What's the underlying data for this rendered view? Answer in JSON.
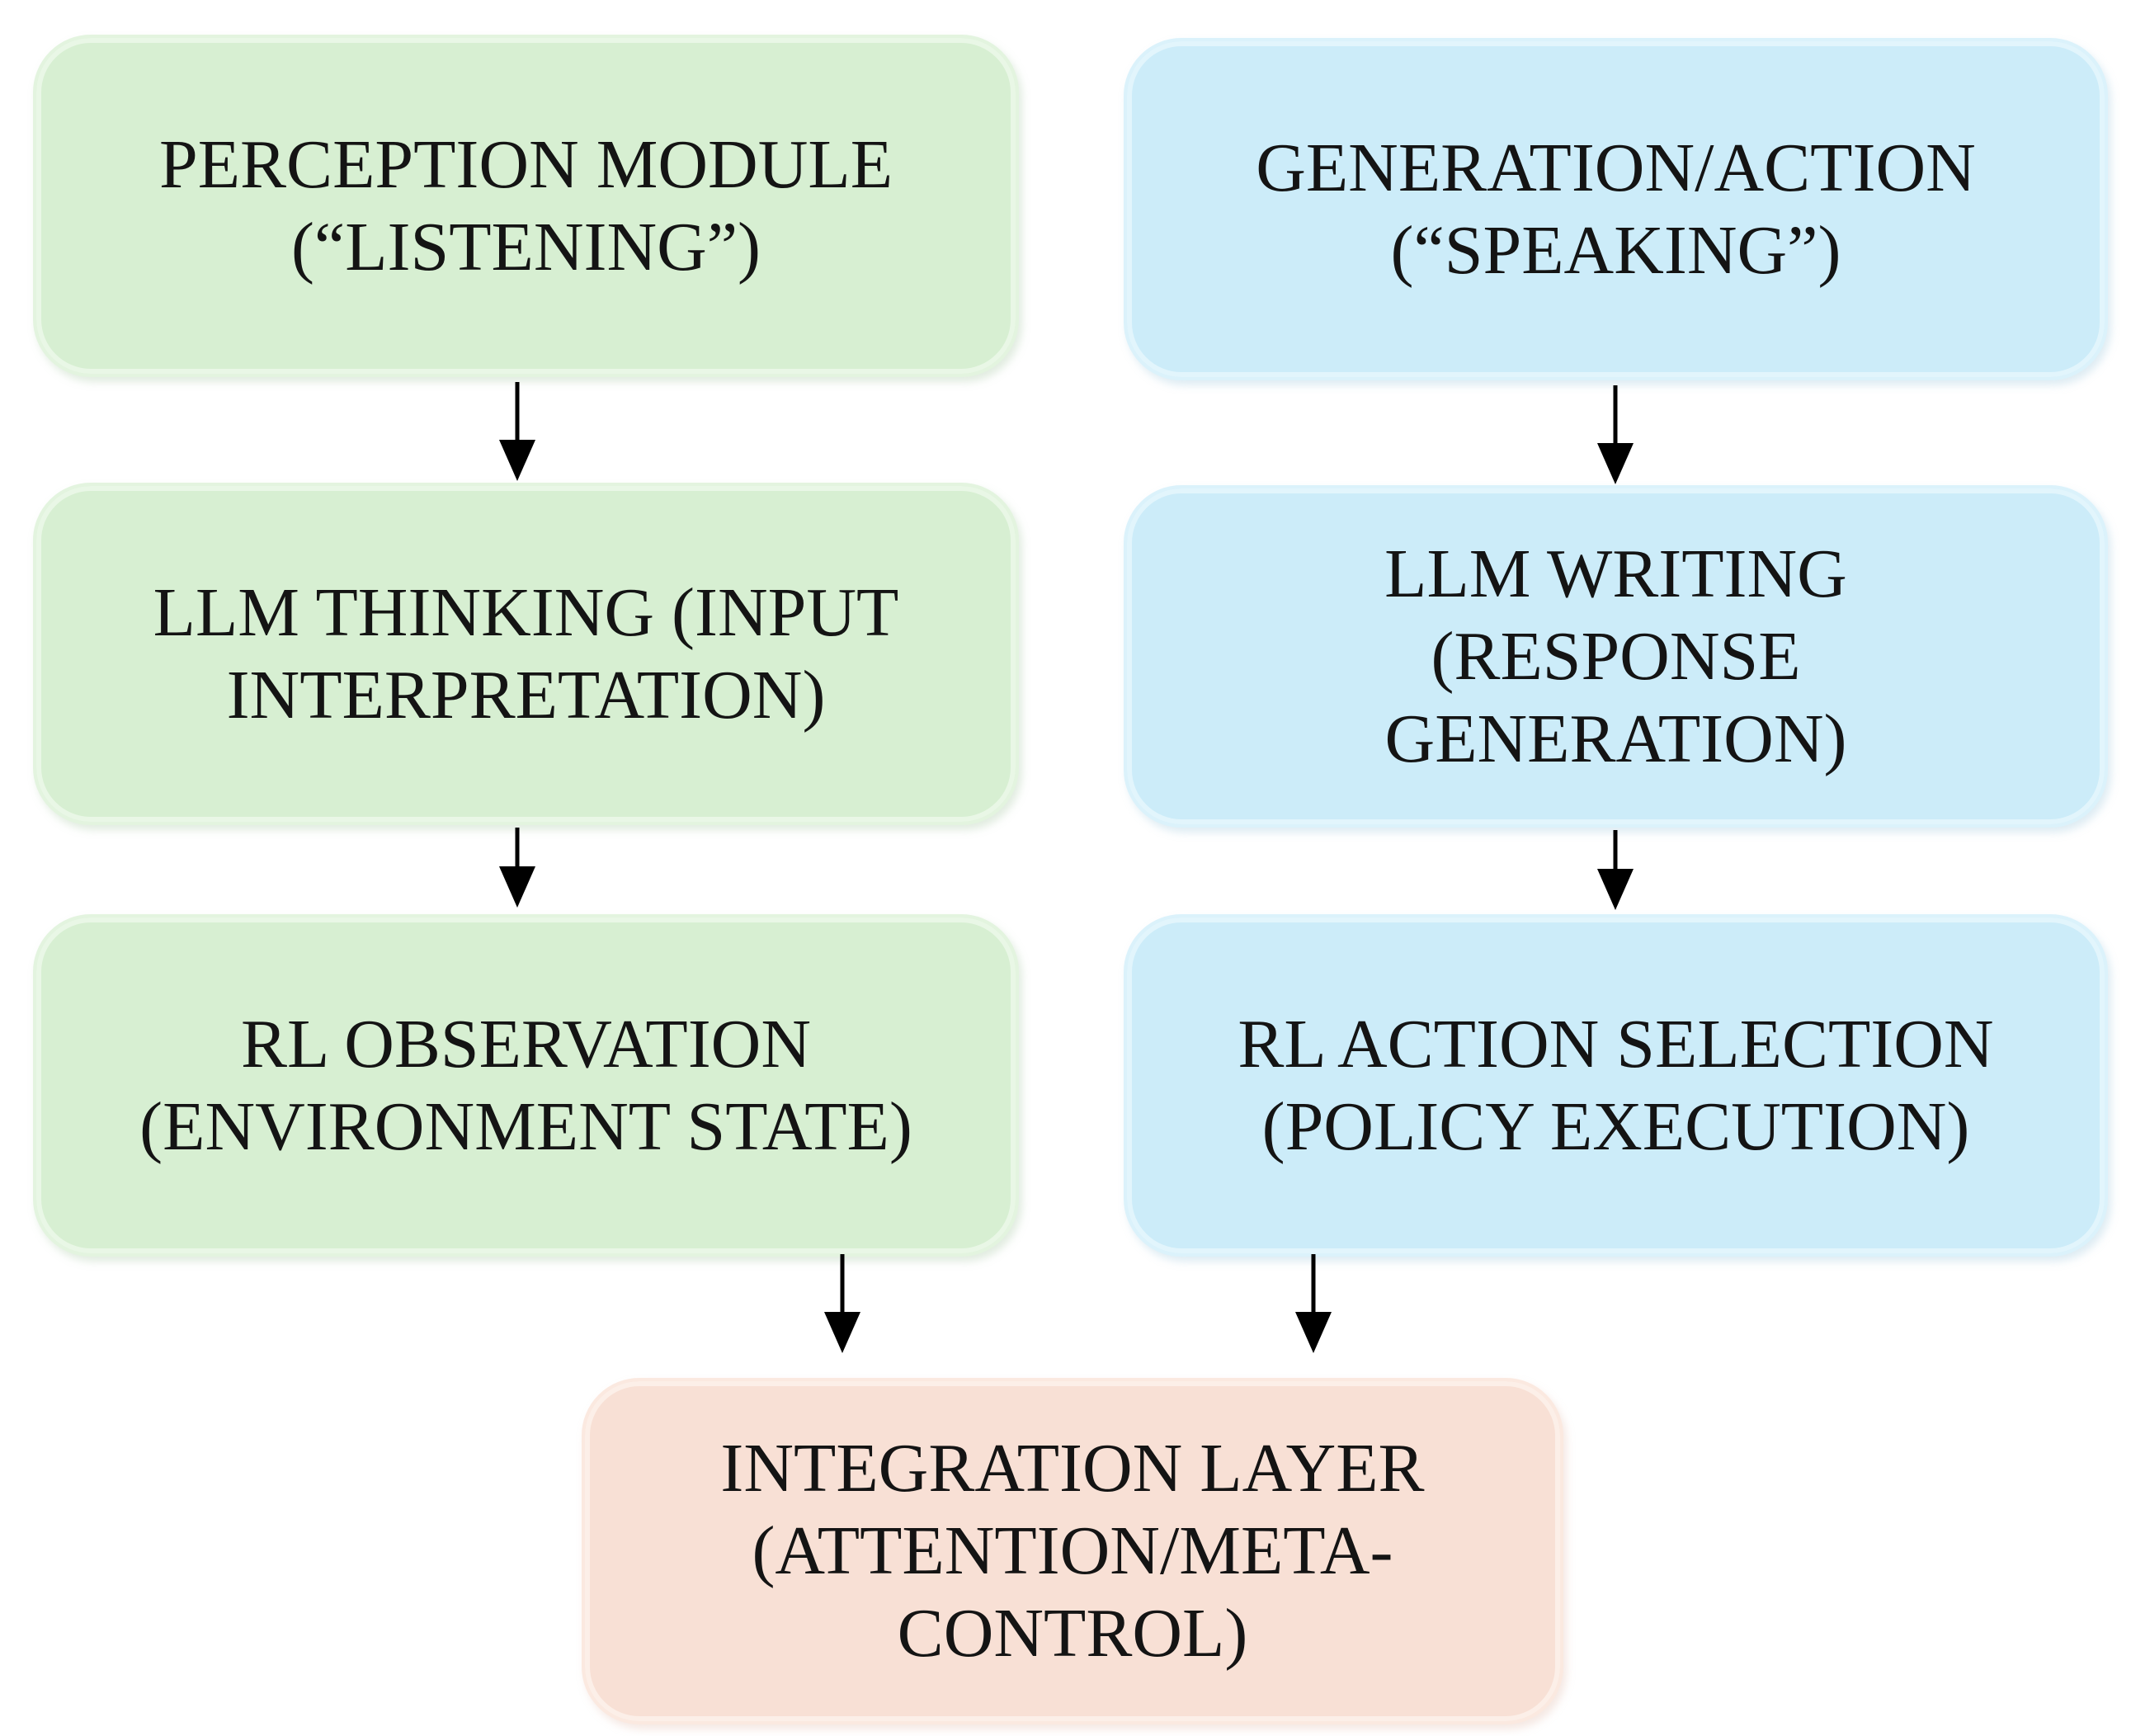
{
  "diagram": {
    "perception": {
      "label": "PERCEPTION MODULE\n(“LISTENING”)"
    },
    "llm_thinking": {
      "label": "LLM THINKING (INPUT\nINTERPRETATION)"
    },
    "rl_observation": {
      "label": "RL OBSERVATION\n(ENVIRONMENT STATE)"
    },
    "generation": {
      "label": "GENERATION/ACTION\n(“SPEAKING”)"
    },
    "llm_writing": {
      "label": "LLM WRITING\n(RESPONSE\nGENERATION)"
    },
    "rl_action": {
      "label": "RL ACTION SELECTION\n(POLICY EXECUTION)"
    },
    "integration": {
      "label": "INTEGRATION LAYER\n(ATTENTION/META-\nCONTROL)"
    }
  },
  "colors": {
    "listening_path": "#d7efd2",
    "speaking_path": "#ccecf9",
    "integration": "#f8e0d5",
    "arrow": "#000000"
  }
}
